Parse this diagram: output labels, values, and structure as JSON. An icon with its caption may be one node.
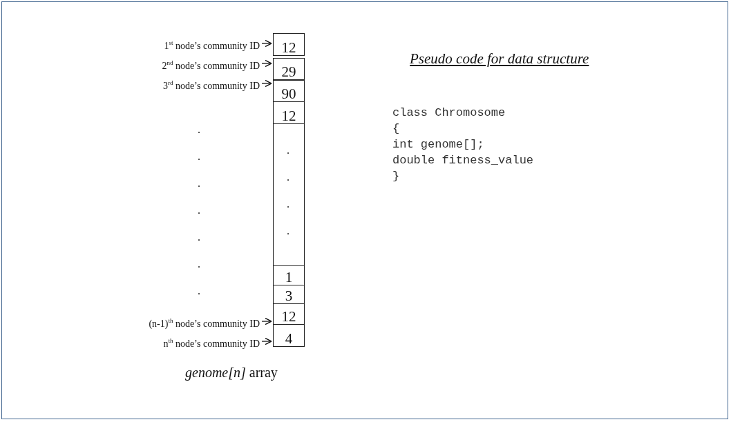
{
  "diagram": {
    "title": "Pseudo code for data structure",
    "nodes": [
      {
        "text": [
          "1$^{st}$ node’s community ID"
        ]
      },
      {
        "text": [
          "12"
        ]
      },
      {
        "text": [
          "2$^{nd}$ node’s community ID"
        ]
      },
      {
        "text": [
          "29"
        ]
      },
      {
        "text": [
          "3$^{rd}$ node’s community ID"
        ]
      },
      {
        "text": [
          "90"
        ]
      },
      {
        "text": [
          "12"
        ]
      },
      {
        "text": [
          ".",
          ".",
          ".",
          "."
        ]
      },
      {
        "text": [
          "1"
        ]
      },
      {
        "text": [
          "3"
        ]
      },
      {
        "text": [
          "(n-1)$^{th}$ node’s community ID"
        ]
      },
      {
        "text": [
          "12"
        ]
      },
      {
        "text": [
          "n$^{th}$ node’s community ID"
        ]
      },
      {
        "text": [
          "4"
        ]
      }
    ],
    "edges": [
      {
        "from": 0,
        "to": 1,
        "arrow": "to"
      },
      {
        "from": 2,
        "to": 3,
        "arrow": "to"
      },
      {
        "from": 4,
        "to": 5,
        "arrow": "to"
      },
      {
        "from": 10,
        "to": 11,
        "arrow": "to"
      },
      {
        "from": 12,
        "to": 13,
        "arrow": "to"
      }
    ],
    "labels": [
      ".",
      ".",
      ".",
      ".",
      ".",
      ".",
      ".",
      "class Chromosome",
      "{",
      "int genome[];",
      "double fitness_value",
      "}",
      "*genome[n]* array"
    ]
  }
}
